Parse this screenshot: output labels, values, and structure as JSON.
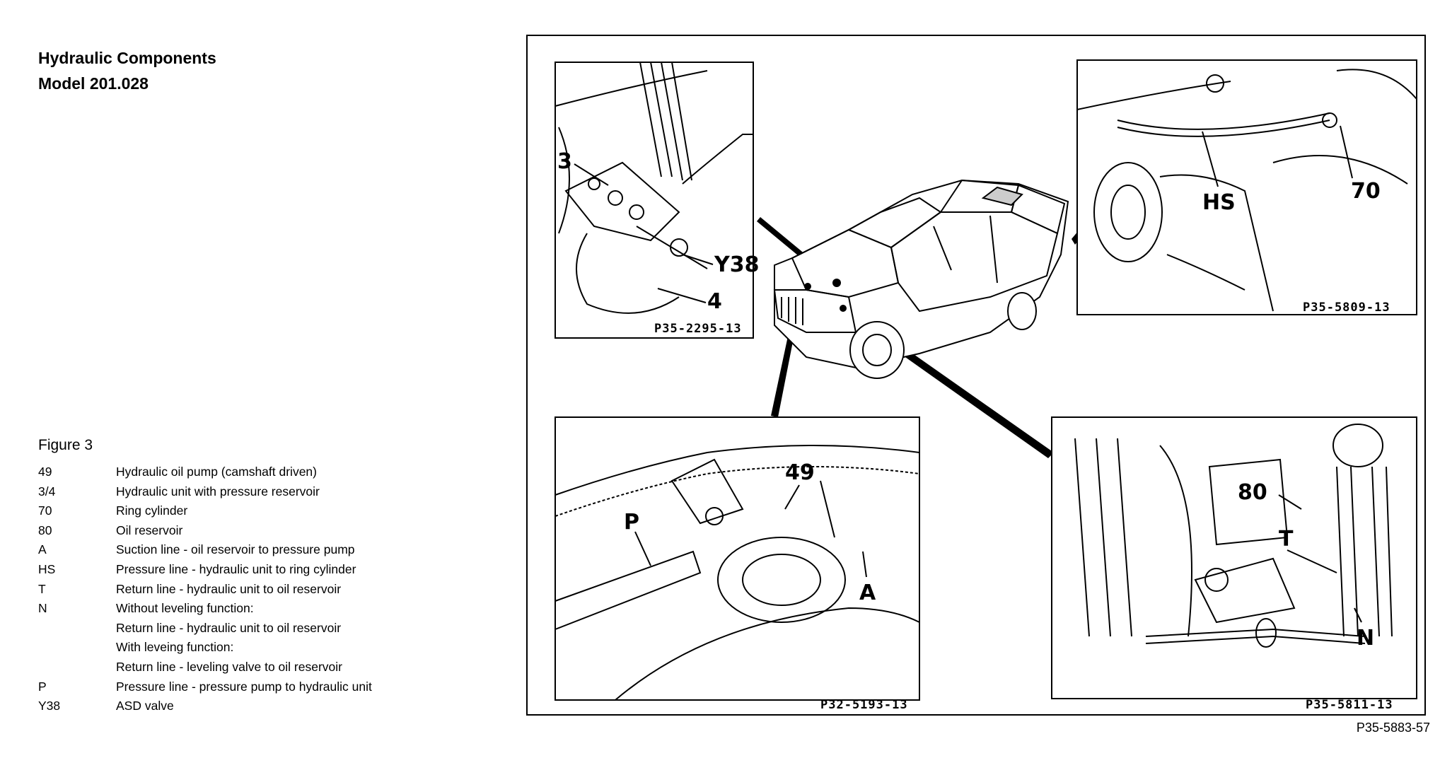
{
  "heading": {
    "title": "Hydraulic Components",
    "model": "Model 201.028"
  },
  "figure_label": "Figure 3",
  "legend": [
    {
      "key": "49",
      "desc": "Hydraulic oil pump (camshaft driven)"
    },
    {
      "key": "3/4",
      "desc": "Hydraulic unit with pressure reservoir"
    },
    {
      "key": "70",
      "desc": "Ring cylinder"
    },
    {
      "key": "80",
      "desc": "Oil reservoir"
    },
    {
      "key": "A",
      "desc": "Suction line - oil reservoir to pressure pump"
    },
    {
      "key": "HS",
      "desc": "Pressure line - hydraulic unit to ring cylinder"
    },
    {
      "key": "T",
      "desc": "Return line - hydraulic unit to oil reservoir"
    },
    {
      "key": "N",
      "desc": "Without leveling function:"
    },
    {
      "key": "",
      "desc": "Return line - hydraulic unit to oil reservoir"
    },
    {
      "key": "",
      "desc": "With leveing function:"
    },
    {
      "key": "",
      "desc": "Return line - leveling valve to oil reservoir"
    },
    {
      "key": "P",
      "desc": "Pressure line - pressure pump to hydraulic unit"
    },
    {
      "key": "Y38",
      "desc": "ASD valve"
    }
  ],
  "panels": {
    "top_left": {
      "code": "P35-2295-13",
      "callouts": {
        "c3": "3",
        "cy38": "Y38",
        "c4": "4"
      }
    },
    "top_right": {
      "code": "P35-5809-13",
      "callouts": {
        "chs": "HS",
        "c70": "70"
      }
    },
    "bottom_left": {
      "code": "P32-5193-13",
      "callouts": {
        "c49": "49",
        "cp": "P",
        "ca": "A"
      }
    },
    "bottom_right": {
      "code": "P35-5811-13",
      "callouts": {
        "c80": "80",
        "ct": "T",
        "cn": "N"
      }
    }
  },
  "figure_ref": "P35-5883-57"
}
